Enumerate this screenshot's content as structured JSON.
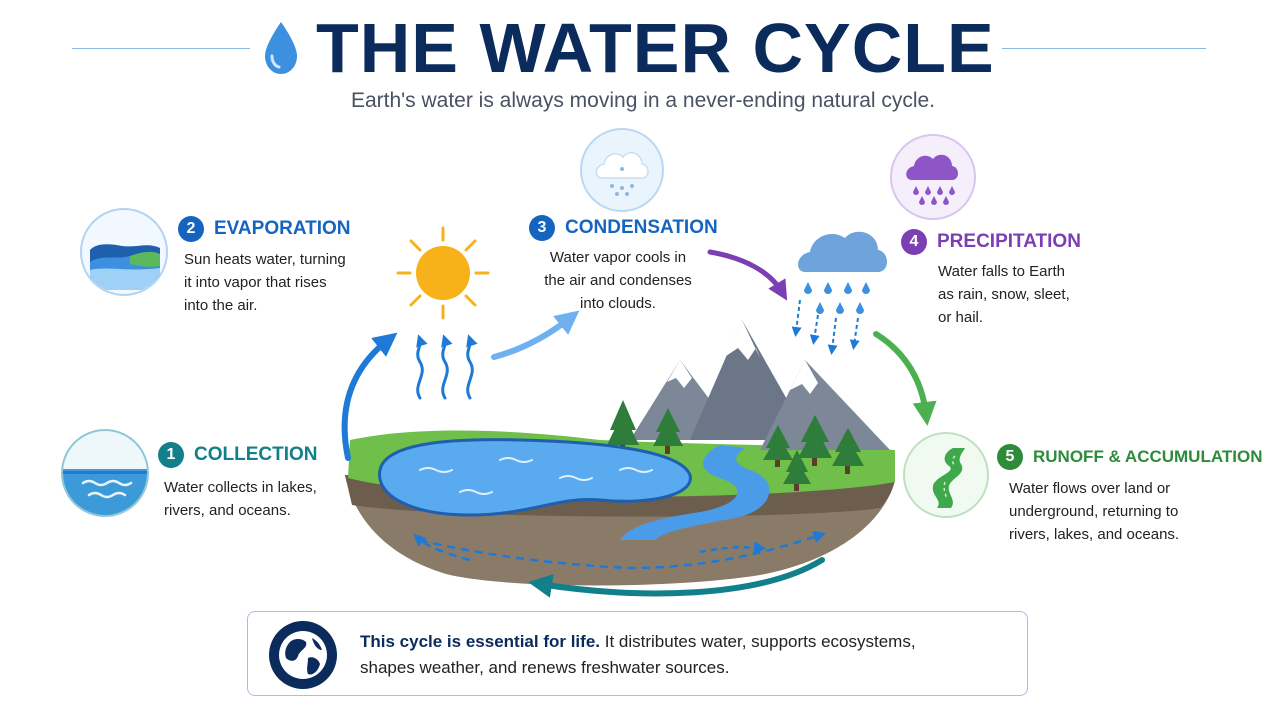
{
  "header": {
    "title": "THE WATER CYCLE",
    "subtitle": "Earth's water is always moving in a never-ending natural cycle."
  },
  "steps": [
    {
      "number": "1",
      "title": "COLLECTION",
      "description": [
        "Water collects in lakes,",
        "rivers, and oceans."
      ],
      "color": "#11808a"
    },
    {
      "number": "2",
      "title": "EVAPORATION",
      "description": [
        "Sun heats water, turning",
        "it into vapor that rises",
        "into the air."
      ],
      "color": "#1565c0"
    },
    {
      "number": "3",
      "title": "CONDENSATION",
      "description": [
        "Water vapor cools in",
        "the air and condenses",
        "into clouds."
      ],
      "color": "#1565c0"
    },
    {
      "number": "4",
      "title": "PRECIPITATION",
      "description": [
        "Water falls to Earth",
        "as rain, snow, sleet,",
        "or hail."
      ],
      "color": "#7b3fb3"
    },
    {
      "number": "5",
      "title": "RUNOFF & ACCUMULATION",
      "description": [
        "Water flows over land or",
        "underground, returning to",
        "rivers, lakes, and oceans."
      ],
      "color": "#2e8b3a"
    }
  ],
  "footer": {
    "bold": "This cycle is essential for life.",
    "text_rest": " It distributes water, supports ecosystems,",
    "text_line2": "shapes weather, and renews freshwater sources."
  },
  "icons": [
    "water-drop-icon",
    "lake-icon",
    "waves-icon",
    "cloud-snow-icon",
    "rain-cloud-icon",
    "river-icon",
    "sun-icon",
    "globe-icon"
  ]
}
